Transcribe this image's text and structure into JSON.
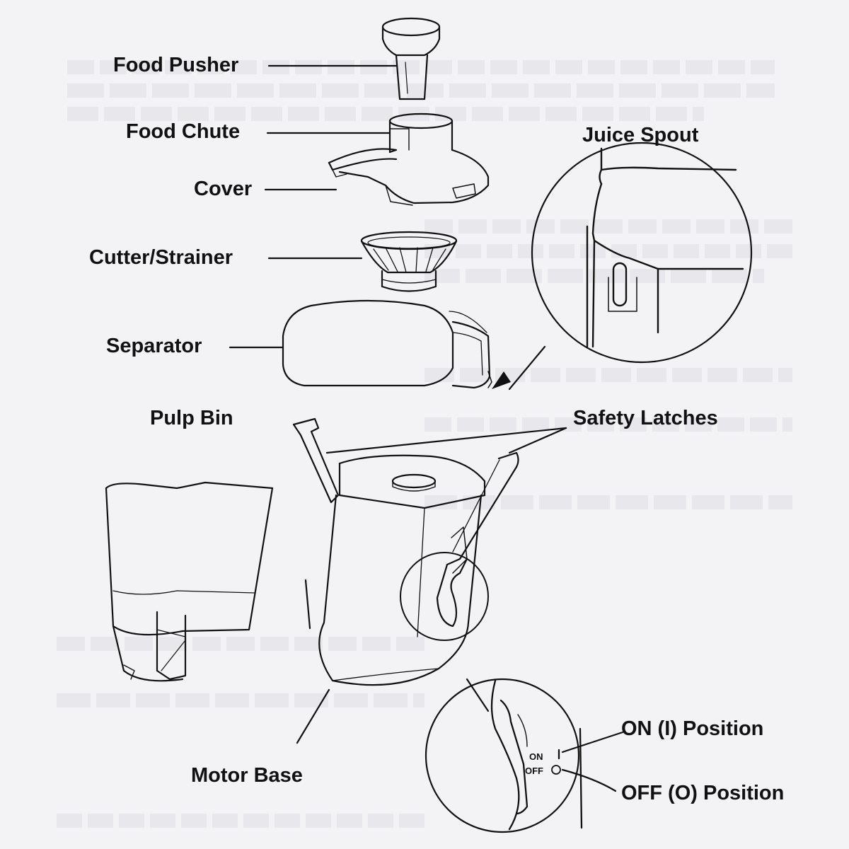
{
  "diagram": {
    "labels": {
      "food_pusher": "Food Pusher",
      "food_chute": "Food Chute",
      "cover": "Cover",
      "cutter_strainer": "Cutter/Strainer",
      "separator": "Separator",
      "pulp_bin": "Pulp Bin",
      "motor_base": "Motor Base",
      "juice_spout": "Juice Spout",
      "safety_latches": "Safety Latches",
      "on_position": "ON (I) Position",
      "off_position": "OFF (O) Position"
    },
    "switch_text": {
      "on": "ON",
      "off": "OFF"
    }
  },
  "colors": {
    "line": "#111111",
    "paper": "#f3f3f5",
    "ghost_text": "#d6d6dc"
  }
}
